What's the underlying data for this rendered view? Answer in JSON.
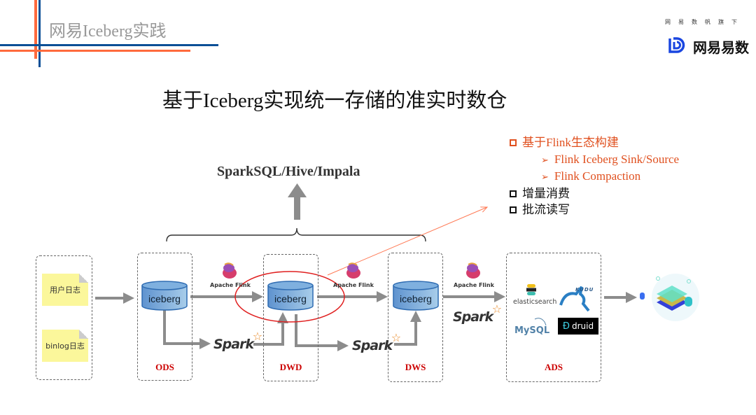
{
  "header": {
    "title": "网易Iceberg实践",
    "brand_tagline": "网易数帆旗下",
    "brand_name": "网易易数"
  },
  "slide": {
    "title": "基于Iceberg实现统一存储的准实时数仓",
    "query_engines": "SparkSQL/Hive/Impala"
  },
  "bullets": [
    {
      "level": 1,
      "text": "基于Flink生态构建",
      "color": "#e0501f"
    },
    {
      "level": 2,
      "text": "Flink Iceberg Sink/Source",
      "color": "#e0501f"
    },
    {
      "level": 2,
      "text": "Flink Compaction",
      "color": "#e0501f"
    },
    {
      "level": 1,
      "text": "增量消费",
      "color": "#111111"
    },
    {
      "level": 1,
      "text": "批流读写",
      "color": "#111111"
    }
  ],
  "diagram": {
    "sources": [
      "用户日志",
      "binlog日志"
    ],
    "layers": [
      {
        "name": "ODS",
        "store": "iceberg"
      },
      {
        "name": "DWD",
        "store": "iceberg"
      },
      {
        "name": "DWS",
        "store": "iceberg"
      },
      {
        "name": "ADS",
        "stores": [
          "elasticsearch",
          "KUDU",
          "MySQL",
          "druid"
        ]
      }
    ],
    "engines": {
      "flink": "Apache Flink",
      "spark": "Spark"
    },
    "colors": {
      "layer_label": "#cc0000",
      "highlight": "#e02020",
      "accent_orange": "#ff6a3d",
      "accent_blue": "#0b4f96",
      "arrow": "#8c8c8c"
    }
  }
}
